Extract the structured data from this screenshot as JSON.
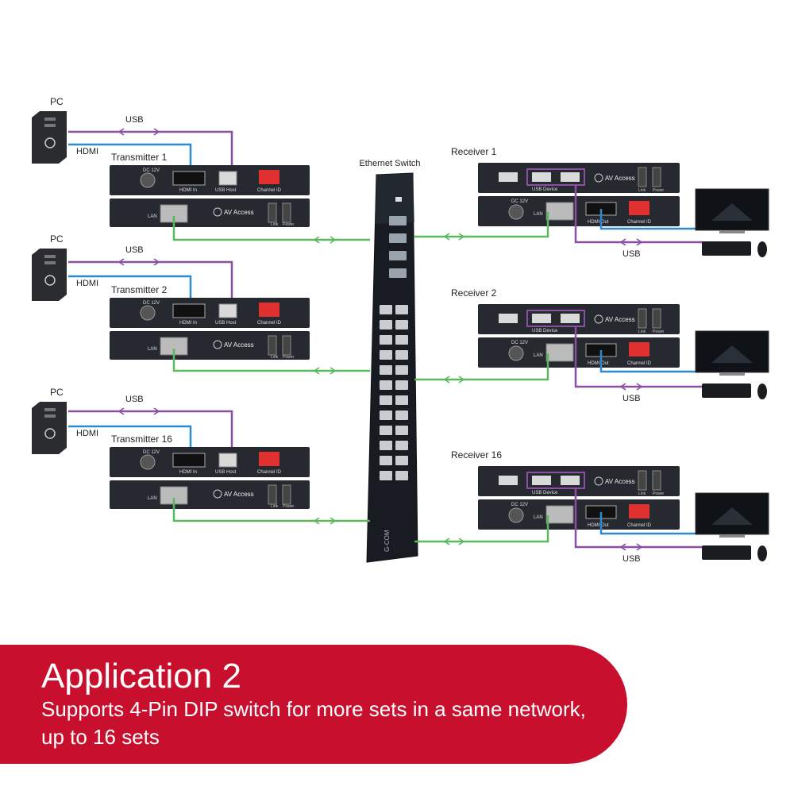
{
  "colors": {
    "usb": "#8a4fa3",
    "hdmi": "#2a8bd0",
    "lan": "#5cb85c",
    "banner": "#c8102e",
    "device": "#262a30"
  },
  "switch": {
    "label": "Ethernet Switch",
    "brand": "G-COM"
  },
  "transmitters": [
    {
      "pc_label": "PC",
      "usb_label": "USB",
      "hdmi_label": "HDMI",
      "name": "Transmitter 1"
    },
    {
      "pc_label": "PC",
      "usb_label": "USB",
      "hdmi_label": "HDMI",
      "name": "Transmitter 2"
    },
    {
      "pc_label": "PC",
      "usb_label": "USB",
      "hdmi_label": "HDMI",
      "name": "Transmitter 16"
    }
  ],
  "receivers": [
    {
      "name": "Receiver 1",
      "usb_label": "USB"
    },
    {
      "name": "Receiver 2",
      "usb_label": "USB"
    },
    {
      "name": "Receiver 16",
      "usb_label": "USB"
    }
  ],
  "ports": {
    "dc": "DC 12V",
    "hdmi_in": "HDMI In",
    "usb_host": "USB Host",
    "channel_id": "Channel ID",
    "lan": "LAN",
    "brand": "AV Access",
    "link": "Link",
    "power": "Power",
    "usb_device": "USB Device",
    "hdmi_out": "HDMI Out"
  },
  "banner": {
    "title": "Application 2",
    "text": "Supports 4-Pin DIP switch for more sets in a same network, up to 16 sets"
  }
}
